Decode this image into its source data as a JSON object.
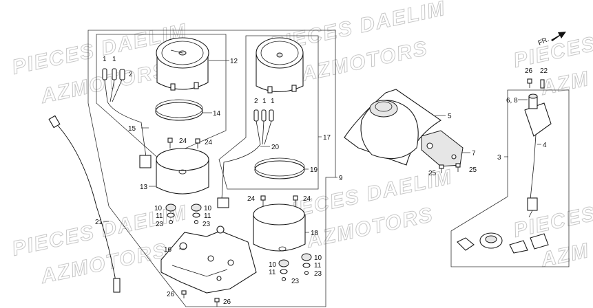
{
  "watermarks": [
    "PIECES DAELIM",
    "AZMOTORS",
    "PIECES DAELIM",
    "AZMOTORS",
    "PIECES DAELIM",
    "AZMOTORS",
    "PIECES",
    "AZM",
    "PIECES",
    "AZM"
  ],
  "direction_label": "FR.",
  "callouts": [
    "1",
    "1",
    "2",
    "12",
    "14",
    "15",
    "24",
    "24",
    "13",
    "10",
    "11",
    "23",
    "10",
    "11",
    "23",
    "16",
    "21",
    "26",
    "26",
    "2",
    "1",
    "1",
    "20",
    "17",
    "19",
    "9",
    "24",
    "24",
    "18",
    "10",
    "11",
    "23",
    "10",
    "11",
    "23",
    "5",
    "7",
    "25",
    "25",
    "26",
    "22",
    "6, 8",
    "4",
    "3"
  ],
  "colors": {
    "line": "#1a1a1a",
    "watermark": "#c8c8c8",
    "background": "#ffffff"
  }
}
